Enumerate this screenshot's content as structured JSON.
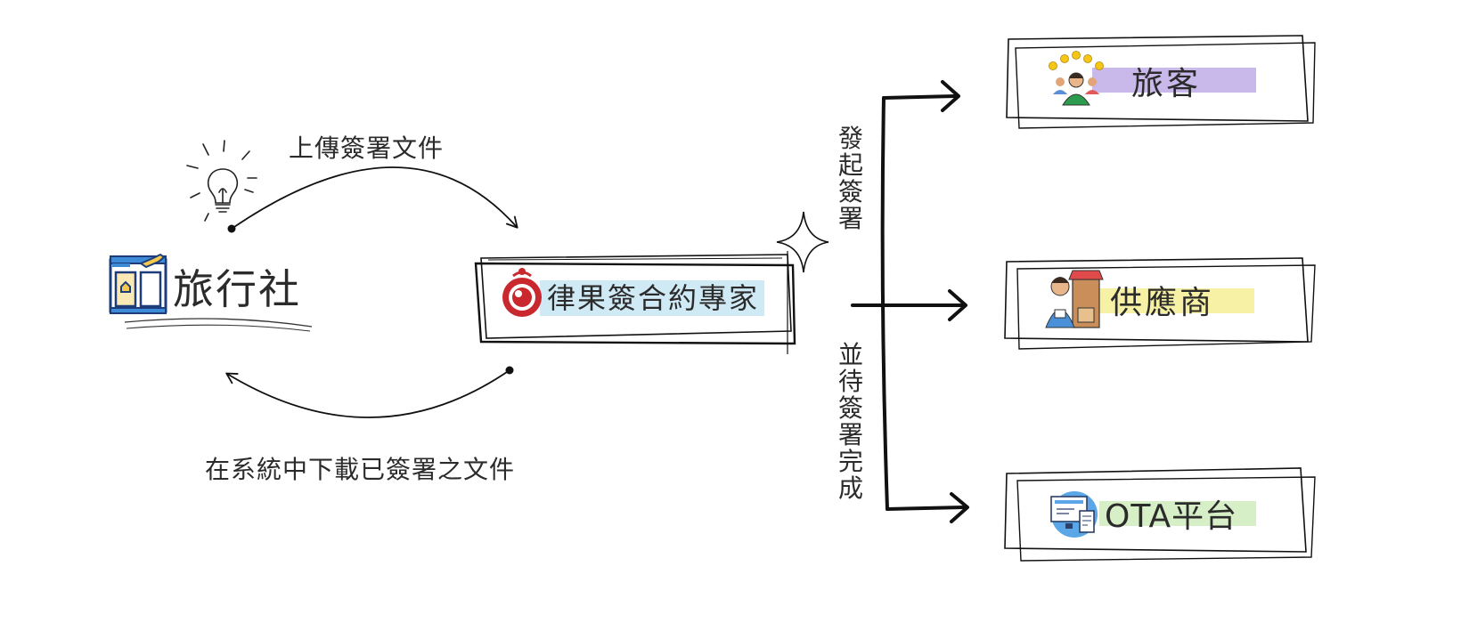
{
  "agency": {
    "label": "旅行社"
  },
  "platform": {
    "label": "律果簽合約專家"
  },
  "upload_label": "上傳簽署文件",
  "download_label": "在系統中下載已簽署之文件",
  "initiate_label": "發起簽署",
  "wait_label": "並待簽署完成",
  "targets": [
    {
      "label": "旅客",
      "icon": "traveler-rating-icon",
      "highlight": "#c9b8ea"
    },
    {
      "label": "供應商",
      "icon": "supplier-icon",
      "highlight": "#f7f1a6"
    },
    {
      "label": "OTA平台",
      "icon": "ota-platform-icon",
      "highlight": "#d7efc6"
    }
  ],
  "colors": {
    "platform_highlight": "#cfe9f5",
    "brand_red": "#c8282e",
    "ink": "#111111"
  }
}
